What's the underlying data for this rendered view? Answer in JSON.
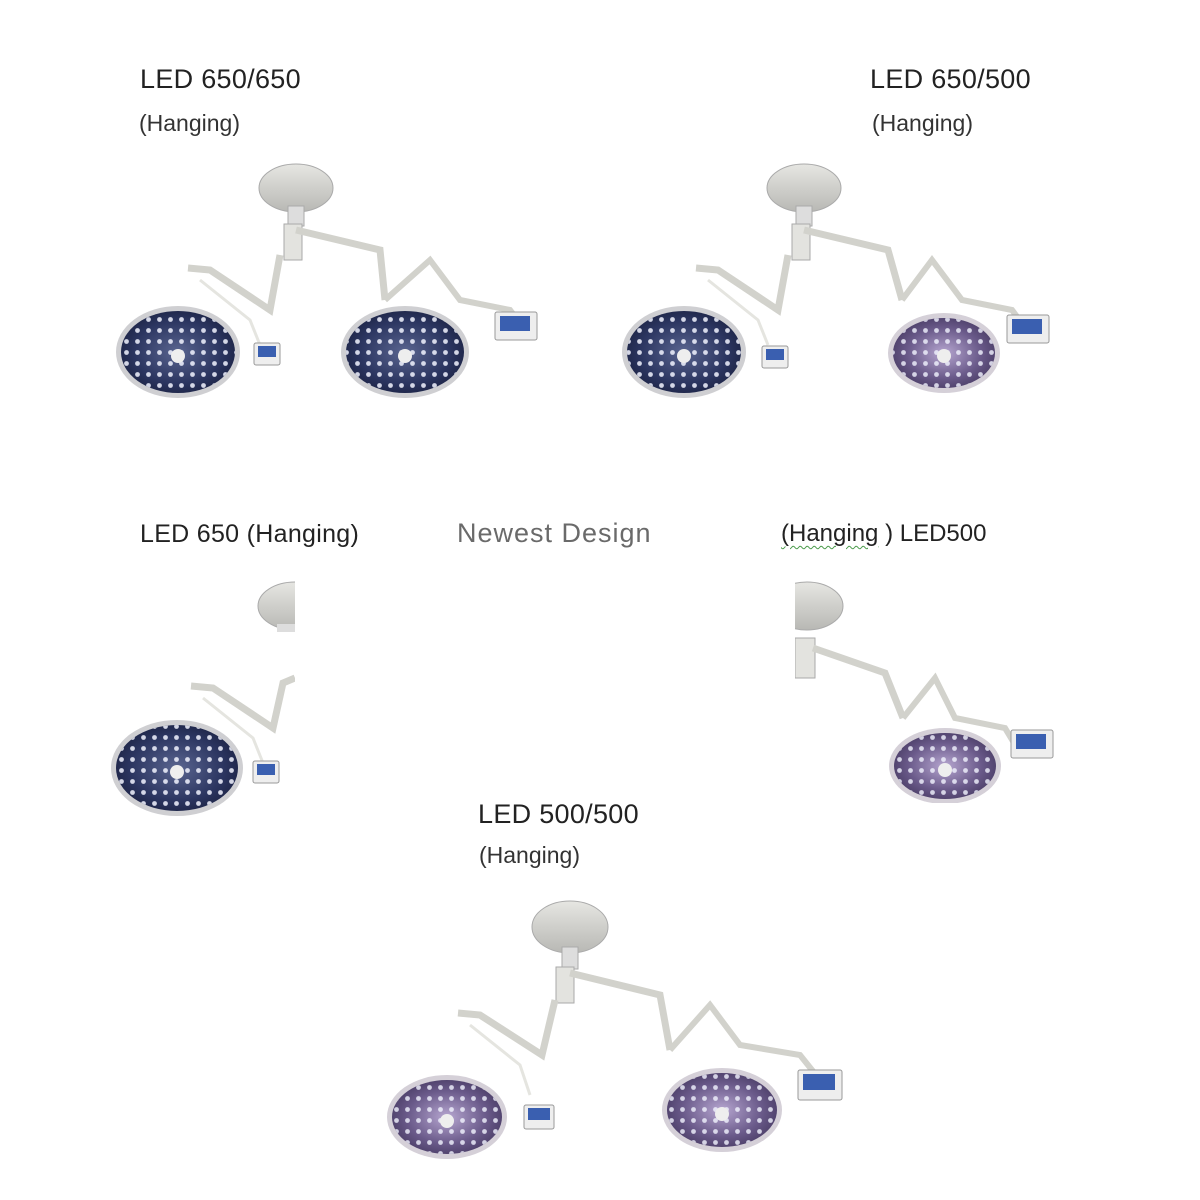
{
  "products": {
    "p1": {
      "title": "LED  650/650",
      "sub": "(Hanging)"
    },
    "p2": {
      "title": "LED  650/500",
      "sub": "(Hanging)"
    },
    "p3": {
      "title": "LED  650 (Hanging)"
    },
    "center": {
      "title": "Newest  Design"
    },
    "p4": {
      "prefix": "(Hanging",
      "mid": " ) ",
      "title": "LED500"
    },
    "p5": {
      "title": "LED 500/500",
      "sub": "(Hanging)"
    }
  },
  "colors": {
    "lamp_dark": "#2b3560",
    "lamp_purple": "#6a5a8a",
    "ring": "#c9c9cc",
    "arm": "#d8d8d2",
    "screen": "#3a5fb0"
  },
  "icons": [
    "ceiling-mount-icon",
    "lamp-head-icon",
    "control-panel-icon"
  ]
}
